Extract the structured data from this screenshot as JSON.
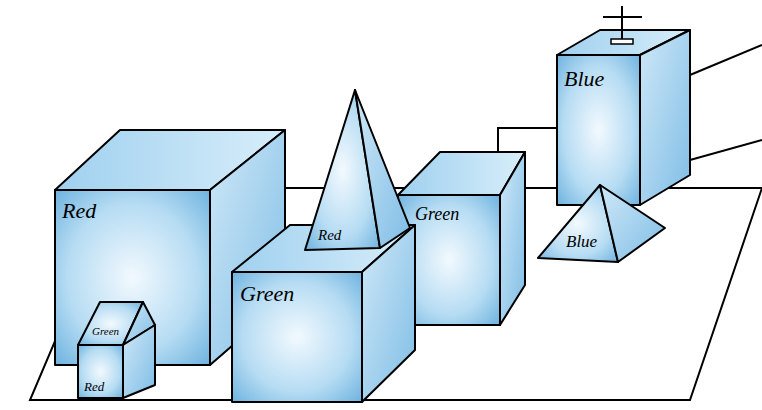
{
  "diagram": {
    "nodes": [
      {
        "text": [
          "Blue"
        ]
      },
      {
        "text": [
          "Red"
        ]
      },
      {
        "text": [
          "Red"
        ]
      },
      {
        "text": [
          "Green"
        ]
      },
      {
        "text": [
          "Blue"
        ]
      },
      {
        "text": [
          "Green"
        ]
      },
      {
        "text": [
          "Green"
        ]
      },
      {
        "text": [
          "Red"
        ]
      }
    ]
  }
}
